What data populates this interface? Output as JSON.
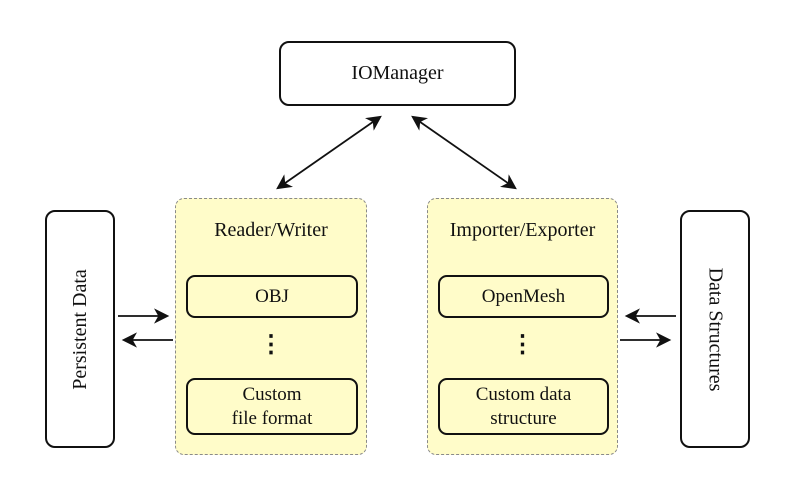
{
  "diagram": {
    "type": "architecture-diagram",
    "root": {
      "label": "IOManager"
    },
    "reader_writer": {
      "title": "Reader/Writer",
      "box1": "OBJ",
      "dots": "⋮",
      "box2_line1": "Custom",
      "box2_line2": "file format"
    },
    "importer_exporter": {
      "title": "Importer/Exporter",
      "box1": "OpenMesh",
      "dots": "⋮",
      "box2_line1": "Custom data",
      "box2_line2": "structure"
    },
    "left_side": {
      "label": "Persistent Data"
    },
    "right_side": {
      "label": "Data Structures"
    },
    "arrows": {
      "iomanager_to_reader_writer": "bidirectional",
      "iomanager_to_importer_exporter": "bidirectional",
      "persistent_to_reader": "right",
      "reader_to_persistent": "left",
      "structures_to_importer": "left",
      "importer_to_structures": "right"
    },
    "colors": {
      "container_fill": "#FFFCC9",
      "container_border": "#8a8a8a",
      "node_border": "#111111",
      "node_fill": "#ffffff",
      "arrow": "#111111",
      "background": "#ffffff"
    }
  }
}
